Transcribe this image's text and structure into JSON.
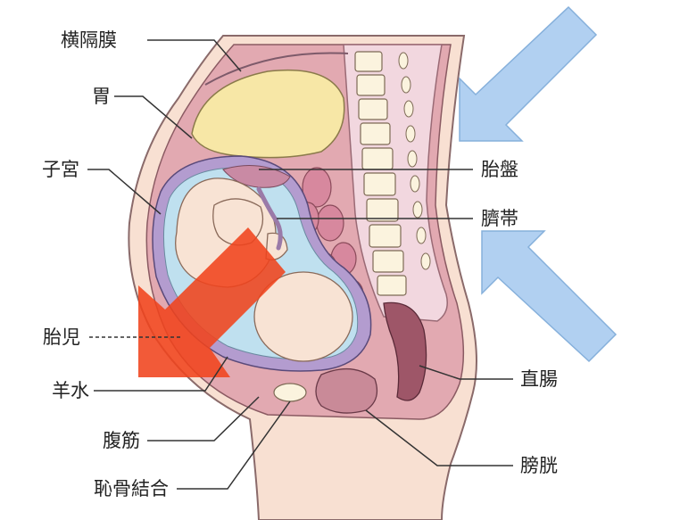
{
  "labels": {
    "diaphragm": "横隔膜",
    "stomach": "胃",
    "uterus": "子宮",
    "fetus": "胎児",
    "amniotic_fluid": "羊水",
    "abdominal_muscle": "腹筋",
    "pubic_symphysis": "恥骨結合",
    "placenta": "胎盤",
    "umbilical_cord": "臍帯",
    "rectum": "直腸",
    "bladder": "膀胱"
  },
  "colors": {
    "pressure_arrow": "#a9ccf0",
    "pressure_arrow_stroke": "#7aa8d8",
    "push_arrow": "#f0431d",
    "skin": "#f8e0d2",
    "body_wall": "#e2a9b1",
    "spine_bg": "#f2d7df",
    "vertebra": "#fbf3de",
    "stomach": "#f7e7a6",
    "uterus_wall": "#b39ccf",
    "amniotic": "#bfe0ef",
    "intestine": "#d7889e",
    "organ_dark": "#9e5668"
  }
}
